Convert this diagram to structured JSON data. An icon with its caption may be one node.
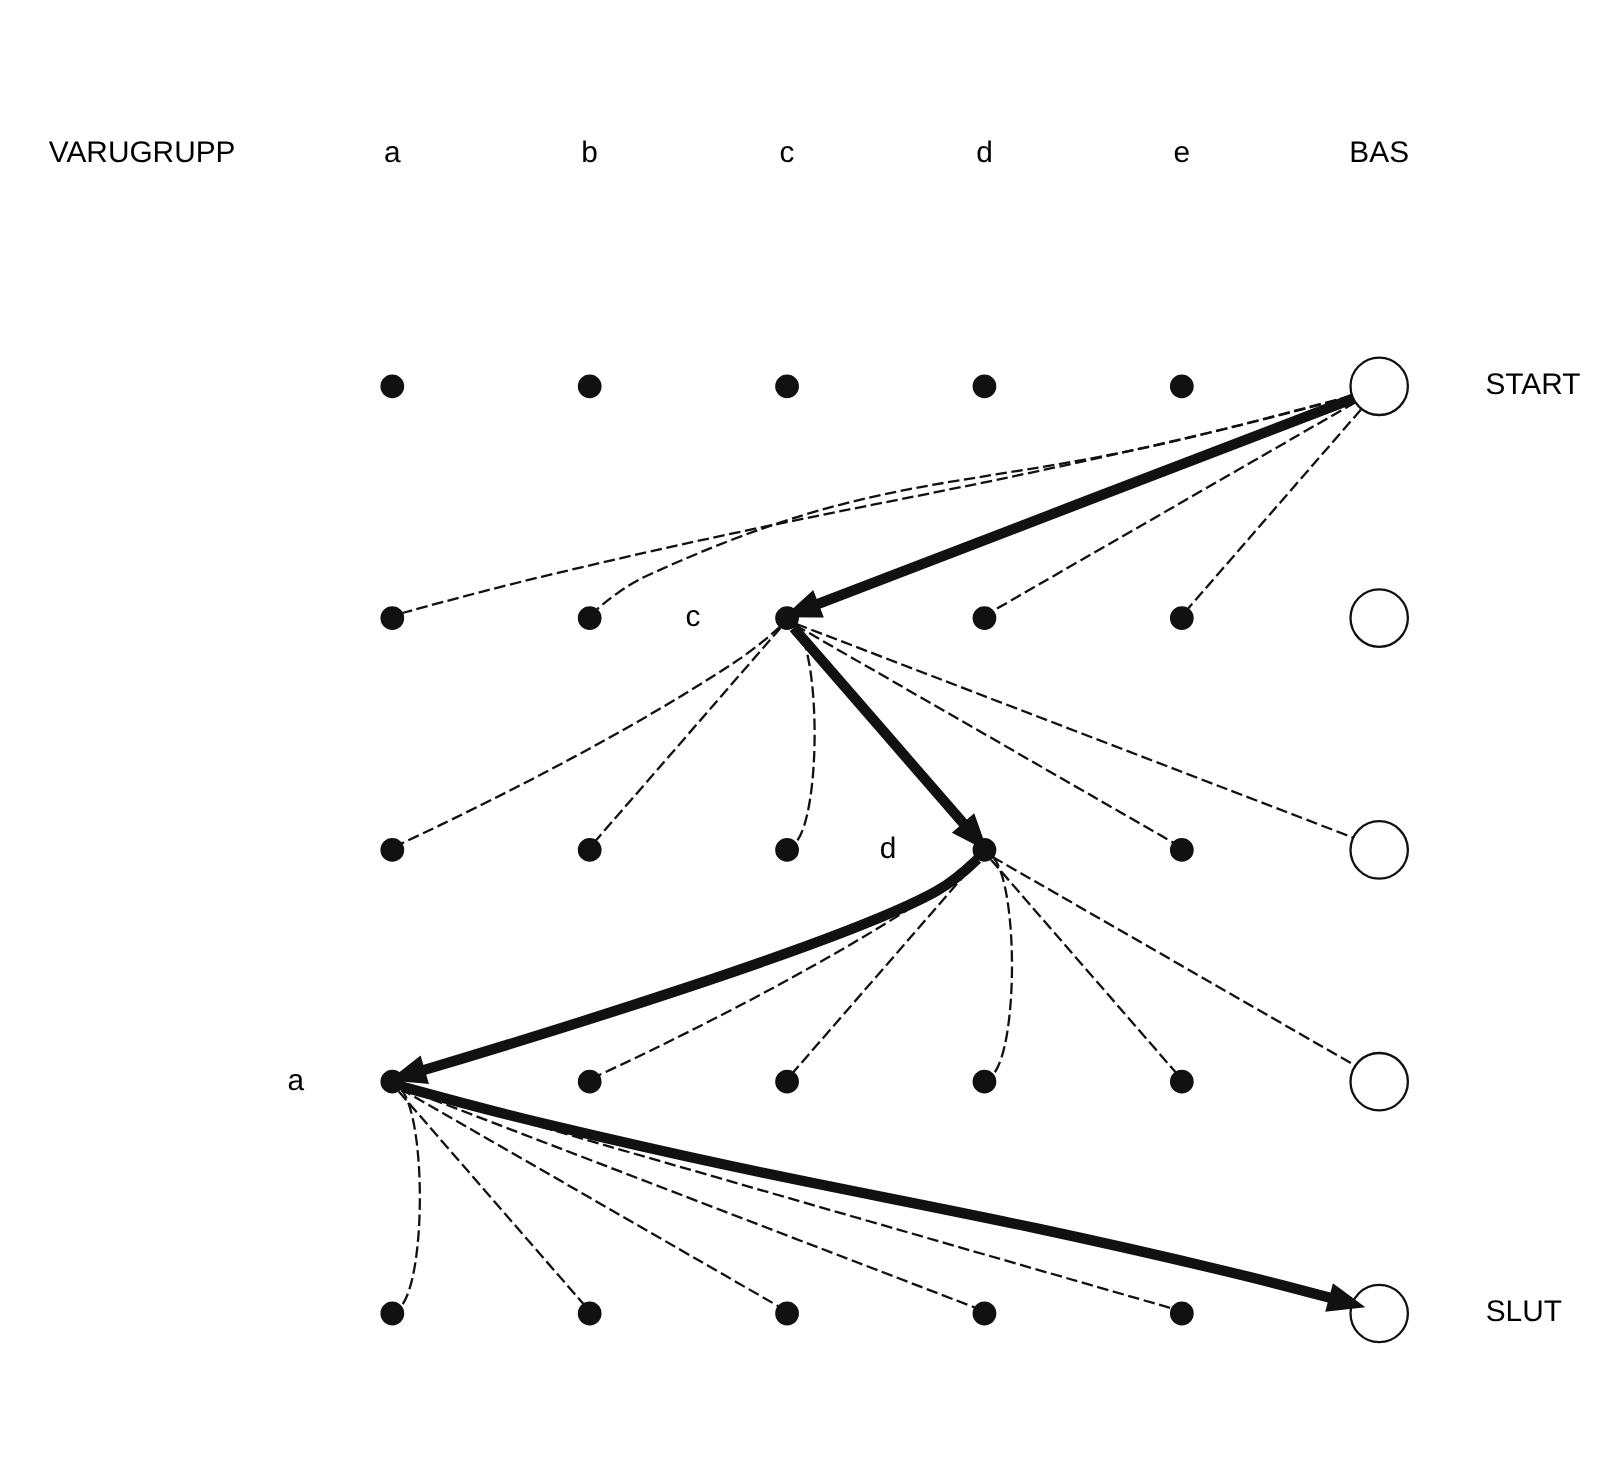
{
  "diagram": {
    "nodes": [
      {
        "text": [],
        "shape": "dot"
      },
      {
        "text": [],
        "shape": "dot"
      },
      {
        "text": [],
        "shape": "dot"
      },
      {
        "text": [],
        "shape": "dot"
      },
      {
        "text": [],
        "shape": "dot"
      },
      {
        "text": [],
        "shape": "circle",
        "beside": [
          "START"
        ]
      },
      {
        "text": [],
        "shape": "dot"
      },
      {
        "text": [],
        "shape": "dot"
      },
      {
        "text": [],
        "shape": "dot",
        "beside": [
          "c"
        ]
      },
      {
        "text": [],
        "shape": "dot"
      },
      {
        "text": [],
        "shape": "dot"
      },
      {
        "text": [],
        "shape": "circle"
      },
      {
        "text": [],
        "shape": "dot"
      },
      {
        "text": [],
        "shape": "dot"
      },
      {
        "text": [],
        "shape": "dot"
      },
      {
        "text": [],
        "shape": "dot",
        "beside": [
          "d"
        ]
      },
      {
        "text": [],
        "shape": "dot"
      },
      {
        "text": [],
        "shape": "circle"
      },
      {
        "text": [],
        "shape": "dot",
        "beside": [
          "a"
        ]
      },
      {
        "text": [],
        "shape": "dot"
      },
      {
        "text": [],
        "shape": "dot"
      },
      {
        "text": [],
        "shape": "dot"
      },
      {
        "text": [],
        "shape": "dot"
      },
      {
        "text": [],
        "shape": "circle"
      },
      {
        "text": [],
        "shape": "dot"
      },
      {
        "text": [],
        "shape": "dot"
      },
      {
        "text": [],
        "shape": "dot"
      },
      {
        "text": [],
        "shape": "dot"
      },
      {
        "text": [],
        "shape": "dot"
      },
      {
        "text": [],
        "shape": "circle",
        "beside": [
          "SLUT"
        ]
      }
    ],
    "edges": [
      {
        "from": 5,
        "to": 6,
        "arrow": "none",
        "style": "dashed"
      },
      {
        "from": 5,
        "to": 7,
        "arrow": "none",
        "style": "dashed"
      },
      {
        "from": 5,
        "to": 8,
        "arrow": "to",
        "style": "thick"
      },
      {
        "from": 5,
        "to": 9,
        "arrow": "none",
        "style": "dashed"
      },
      {
        "from": 5,
        "to": 10,
        "arrow": "none",
        "style": "dashed"
      },
      {
        "from": 8,
        "to": 12,
        "arrow": "none",
        "style": "dashed"
      },
      {
        "from": 8,
        "to": 13,
        "arrow": "none",
        "style": "dashed"
      },
      {
        "from": 8,
        "to": 14,
        "arrow": "none",
        "style": "dashed"
      },
      {
        "from": 8,
        "to": 15,
        "arrow": "to",
        "style": "thick"
      },
      {
        "from": 8,
        "to": 16,
        "arrow": "none",
        "style": "dashed"
      },
      {
        "from": 8,
        "to": 17,
        "arrow": "none",
        "style": "dashed"
      },
      {
        "from": 15,
        "to": 18,
        "arrow": "to",
        "style": "thick"
      },
      {
        "from": 15,
        "to": 19,
        "arrow": "none",
        "style": "dashed"
      },
      {
        "from": 15,
        "to": 20,
        "arrow": "none",
        "style": "dashed"
      },
      {
        "from": 15,
        "to": 21,
        "arrow": "none",
        "style": "dashed"
      },
      {
        "from": 15,
        "to": 22,
        "arrow": "none",
        "style": "dashed"
      },
      {
        "from": 15,
        "to": 23,
        "arrow": "none",
        "style": "dashed"
      },
      {
        "from": 18,
        "to": 24,
        "arrow": "none",
        "style": "dashed"
      },
      {
        "from": 18,
        "to": 25,
        "arrow": "none",
        "style": "dashed"
      },
      {
        "from": 18,
        "to": 26,
        "arrow": "none",
        "style": "dashed"
      },
      {
        "from": 18,
        "to": 27,
        "arrow": "none",
        "style": "dashed"
      },
      {
        "from": 18,
        "to": 28,
        "arrow": "none",
        "style": "dashed"
      },
      {
        "from": 18,
        "to": 29,
        "arrow": "to",
        "style": "thick"
      }
    ],
    "labels": [
      "VARUGRUPP",
      "a",
      "b",
      "c",
      "d",
      "e",
      "BAS"
    ]
  }
}
